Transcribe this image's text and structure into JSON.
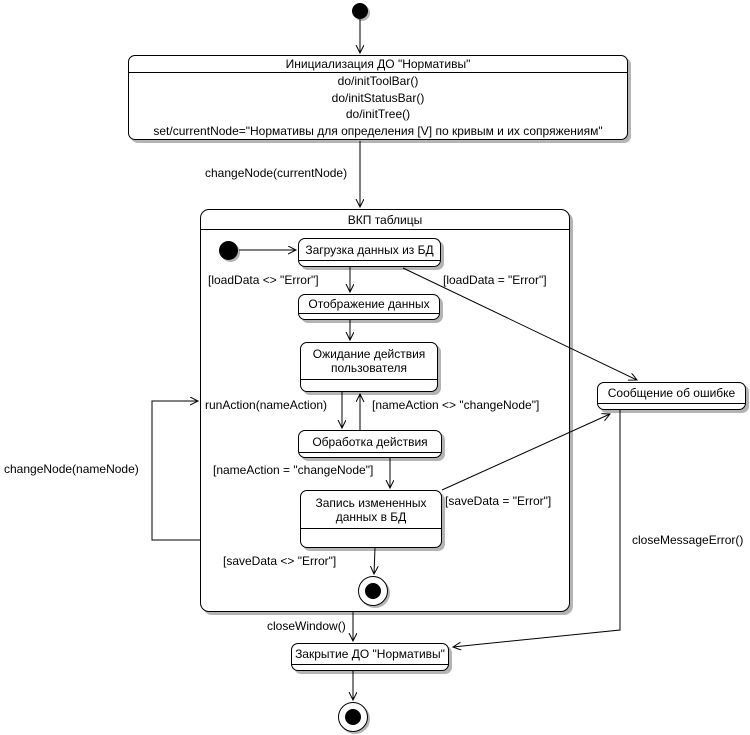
{
  "colors": {
    "background": "#ffffff",
    "line": "#000000",
    "shadow": "#b4b4b4"
  },
  "init_state": {
    "title": "Инициализация ДО \"Нормативы\"",
    "actions": [
      "do/initToolBar()",
      "do/initStatusBar()",
      "do/initTree()",
      "set/currentNode=\"Нормативы для определения [V] по кривым и их сопряжениям\""
    ]
  },
  "composite": {
    "title": "ВКП таблицы"
  },
  "states": {
    "load_data": "Загрузка данных из БД",
    "display_data": "Отображение данных",
    "wait_user": "Ожидание действия пользователя",
    "process_action": "Обработка действия",
    "write_data": "Запись измененных данных в БД",
    "error_message": "Сообщение об ошибке",
    "close_do": "Закрытие ДО \"Нормативы\""
  },
  "transitions": {
    "change_node_current": "changeNode(currentNode)",
    "load_ok": "[loadData <> \"Error\"]",
    "load_error": "[loadData = \"Error\"]",
    "run_action": "runAction(nameAction)",
    "name_action_neq": "[nameAction <> \"changeNode\"]",
    "name_action_eq": "[nameAction = \"changeNode\"]",
    "save_error": "[saveData = \"Error\"]",
    "save_ok": "[saveData <> \"Error\"]",
    "change_node_name": "changeNode(nameNode)",
    "close_window": "closeWindow()",
    "close_message_error": "closeMessageError()"
  }
}
